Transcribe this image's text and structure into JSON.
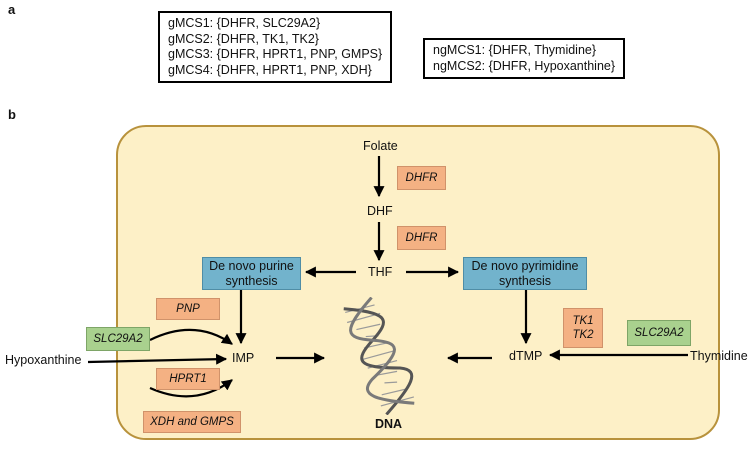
{
  "panel_a": {
    "letter": "a",
    "gmcs": [
      "gMCS1: {DHFR, SLC29A2}",
      "gMCS2: {DHFR, TK1, TK2}",
      "gMCS3: {DHFR, HPRT1, PNP, GMPS}",
      "gMCS4: {DHFR, HPRT1, PNP, XDH}"
    ],
    "ngmcs": [
      "ngMCS1: {DHFR, Thymidine}",
      "ngMCS2: {DHFR, Hypoxanthine}"
    ]
  },
  "panel_b": {
    "letter": "b",
    "metabolites": {
      "folate": "Folate",
      "dhf": "DHF",
      "thf": "THF",
      "imp": "IMP",
      "dtmp": "dTMP",
      "hypoxanthine": "Hypoxanthine",
      "thymidine": "Thymidine",
      "dna": "DNA"
    },
    "enzymes": {
      "dhfr_1": "DHFR",
      "dhfr_2": "DHFR",
      "pnp": "PNP",
      "hprt1": "HPRT1",
      "xdh_gmps": "XDH and GMPS",
      "tk1": "TK1",
      "tk2": "TK2"
    },
    "transporters": {
      "left": "SLC29A2",
      "right": "SLC29A2"
    },
    "pathways": {
      "purine_line1": "De novo purine",
      "purine_line2": "synthesis",
      "pyrimidine_line1": "De novo pyrimidine",
      "pyrimidine_line2": "synthesis"
    },
    "colors": {
      "cell_fill": "#fdf0c7",
      "cell_border": "#b8923c",
      "enzyme": "#f4b183",
      "transporter": "#a9d18e",
      "pathway": "#72b3cc"
    }
  }
}
